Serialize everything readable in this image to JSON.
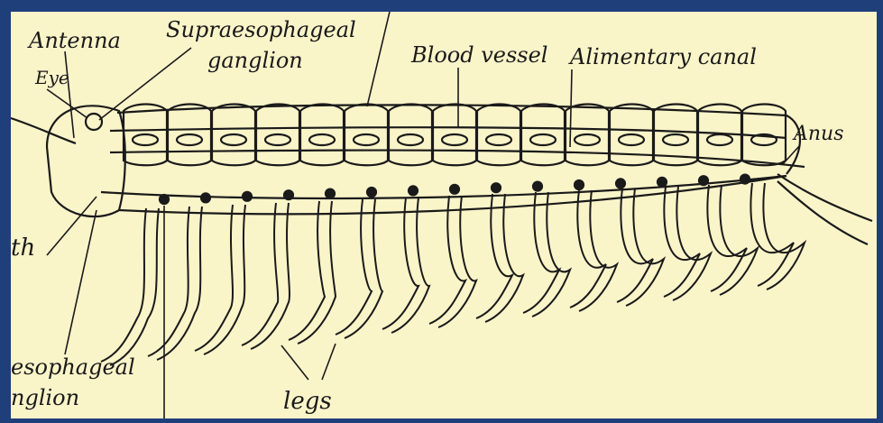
{
  "diagram": {
    "labels": {
      "antenna": "Antenna",
      "eye": "Eye",
      "supraesophageal_line1": "Supraesophageal",
      "supraesophageal_line2": "ganglion",
      "blood_vessel": "Blood vessel",
      "alimentary_canal": "Alimentary canal",
      "anus": "Anus",
      "mouth_partial": "th",
      "subesophageal_line1": "esophageal",
      "subesophageal_line2": "nglion",
      "legs": "legs"
    },
    "colors": {
      "background": "#1f3f7a",
      "paper": "#faf4c9",
      "ink": "#1a1a1a"
    }
  }
}
